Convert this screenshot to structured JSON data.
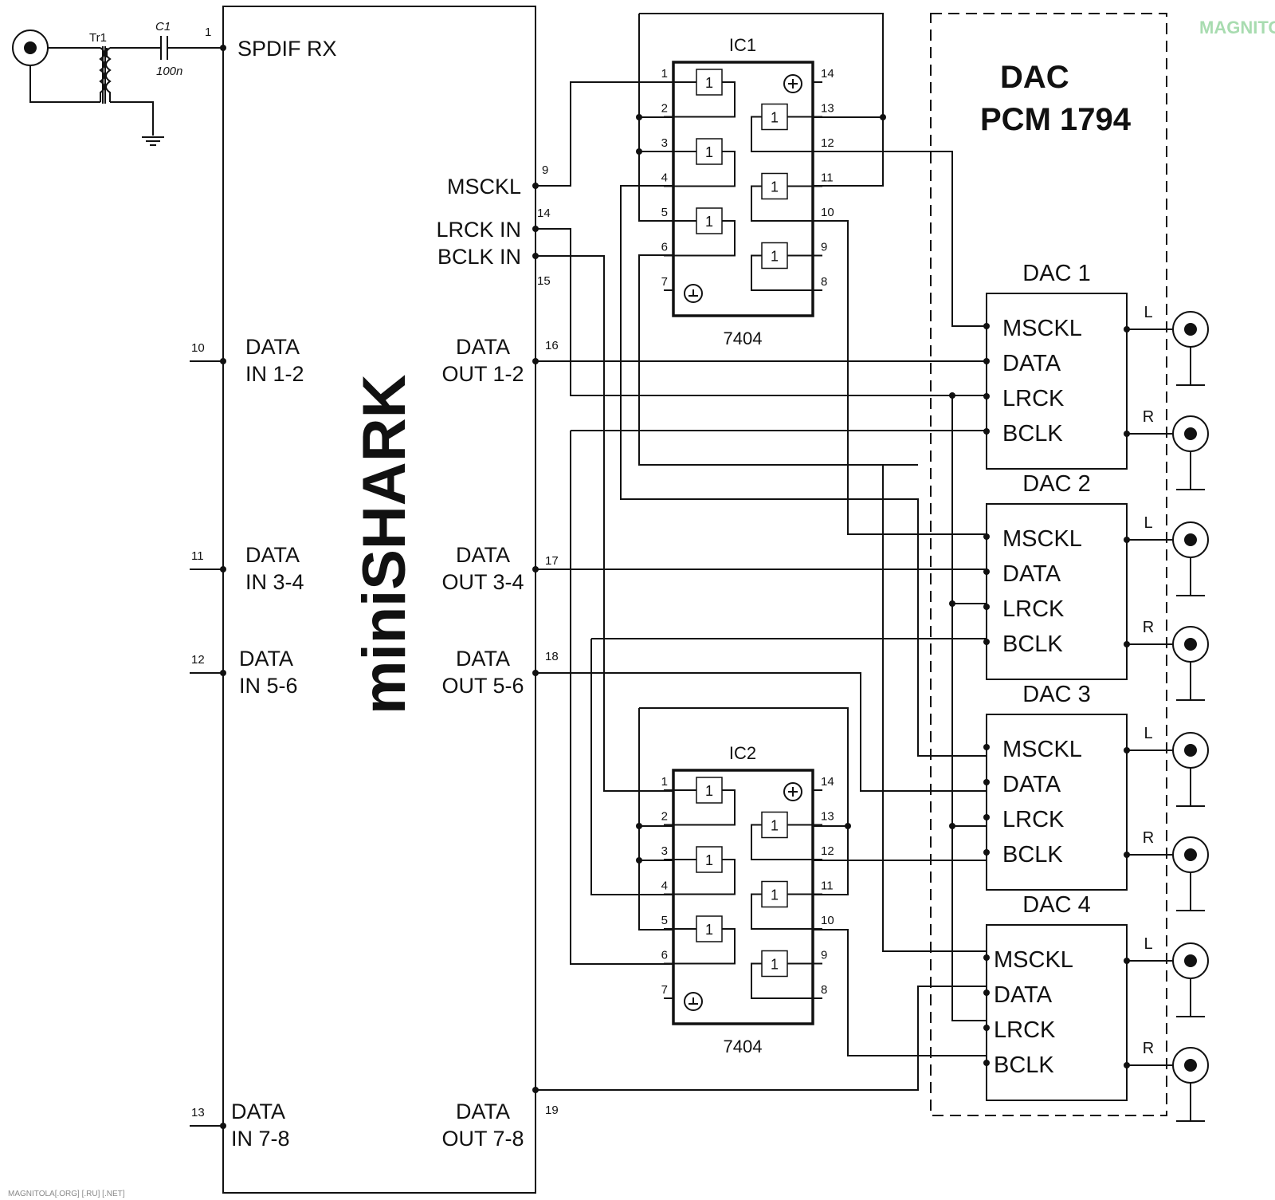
{
  "input": {
    "transformer": "Tr1",
    "cap": "C1",
    "cap_value": "100n",
    "pin": "1",
    "label": "SPDIF RX"
  },
  "chip": {
    "name": "miniSHARK",
    "left_pins": [
      {
        "num": "10",
        "line1": "DATA",
        "line2": "IN 1-2"
      },
      {
        "num": "11",
        "line1": "DATA",
        "line2": "IN 3-4"
      },
      {
        "num": "12",
        "line1": "DATA",
        "line2": "IN 5-6"
      },
      {
        "num": "13",
        "line1": "DATA",
        "line2": "IN 7-8"
      }
    ],
    "right_clock": [
      {
        "num": "9",
        "label": "MSCKL"
      },
      {
        "num": "14",
        "label": "LRCK IN"
      },
      {
        "num": "15",
        "label": "BCLK IN"
      }
    ],
    "right_data": [
      {
        "num": "16",
        "line1": "DATA",
        "line2": "OUT 1-2"
      },
      {
        "num": "17",
        "line1": "DATA",
        "line2": "OUT 3-4"
      },
      {
        "num": "18",
        "line1": "DATA",
        "line2": "OUT 5-6"
      },
      {
        "num": "19",
        "line1": "DATA",
        "line2": "OUT 7-8"
      }
    ]
  },
  "ics": [
    {
      "name": "IC1",
      "part": "7404"
    },
    {
      "name": "IC2",
      "part": "7404"
    }
  ],
  "ic_pins": [
    "1",
    "2",
    "3",
    "4",
    "5",
    "6",
    "7",
    "14",
    "13",
    "12",
    "11",
    "10",
    "9",
    "8"
  ],
  "gate_label": "1",
  "dac_group": {
    "line1": "DAC",
    "line2": "PCM 1794"
  },
  "dacs": [
    {
      "name": "DAC 1"
    },
    {
      "name": "DAC 2"
    },
    {
      "name": "DAC 3"
    },
    {
      "name": "DAC 4"
    }
  ],
  "dac_pins": [
    "MSCKL",
    "DATA",
    "LRCK",
    "BCLK"
  ],
  "channels": {
    "left": "L",
    "right": "R"
  },
  "footer": "MAGNITOLA[.ORG] [.RU] [.NET]",
  "logo": "MAGNITOLA"
}
